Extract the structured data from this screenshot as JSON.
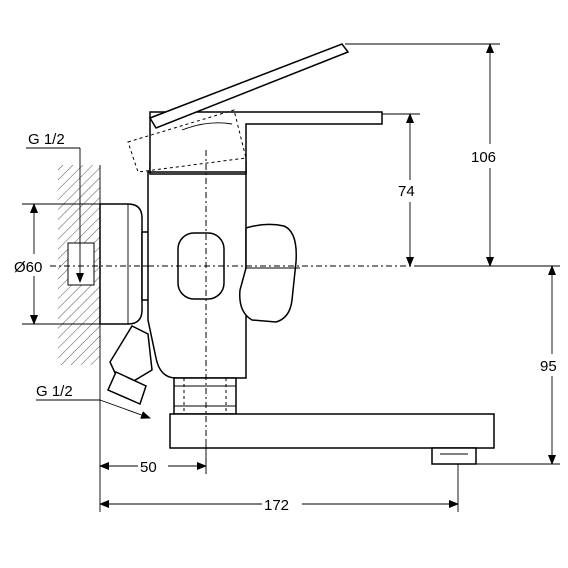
{
  "dimensions": {
    "pipe_thread_top": "G 1/2",
    "pipe_thread_bottom": "G 1/2",
    "flange_diameter": "Ø60",
    "lever_height": "106",
    "body_top_height": "74",
    "spout_height": "95",
    "wall_offset": "50",
    "spout_reach": "172"
  }
}
